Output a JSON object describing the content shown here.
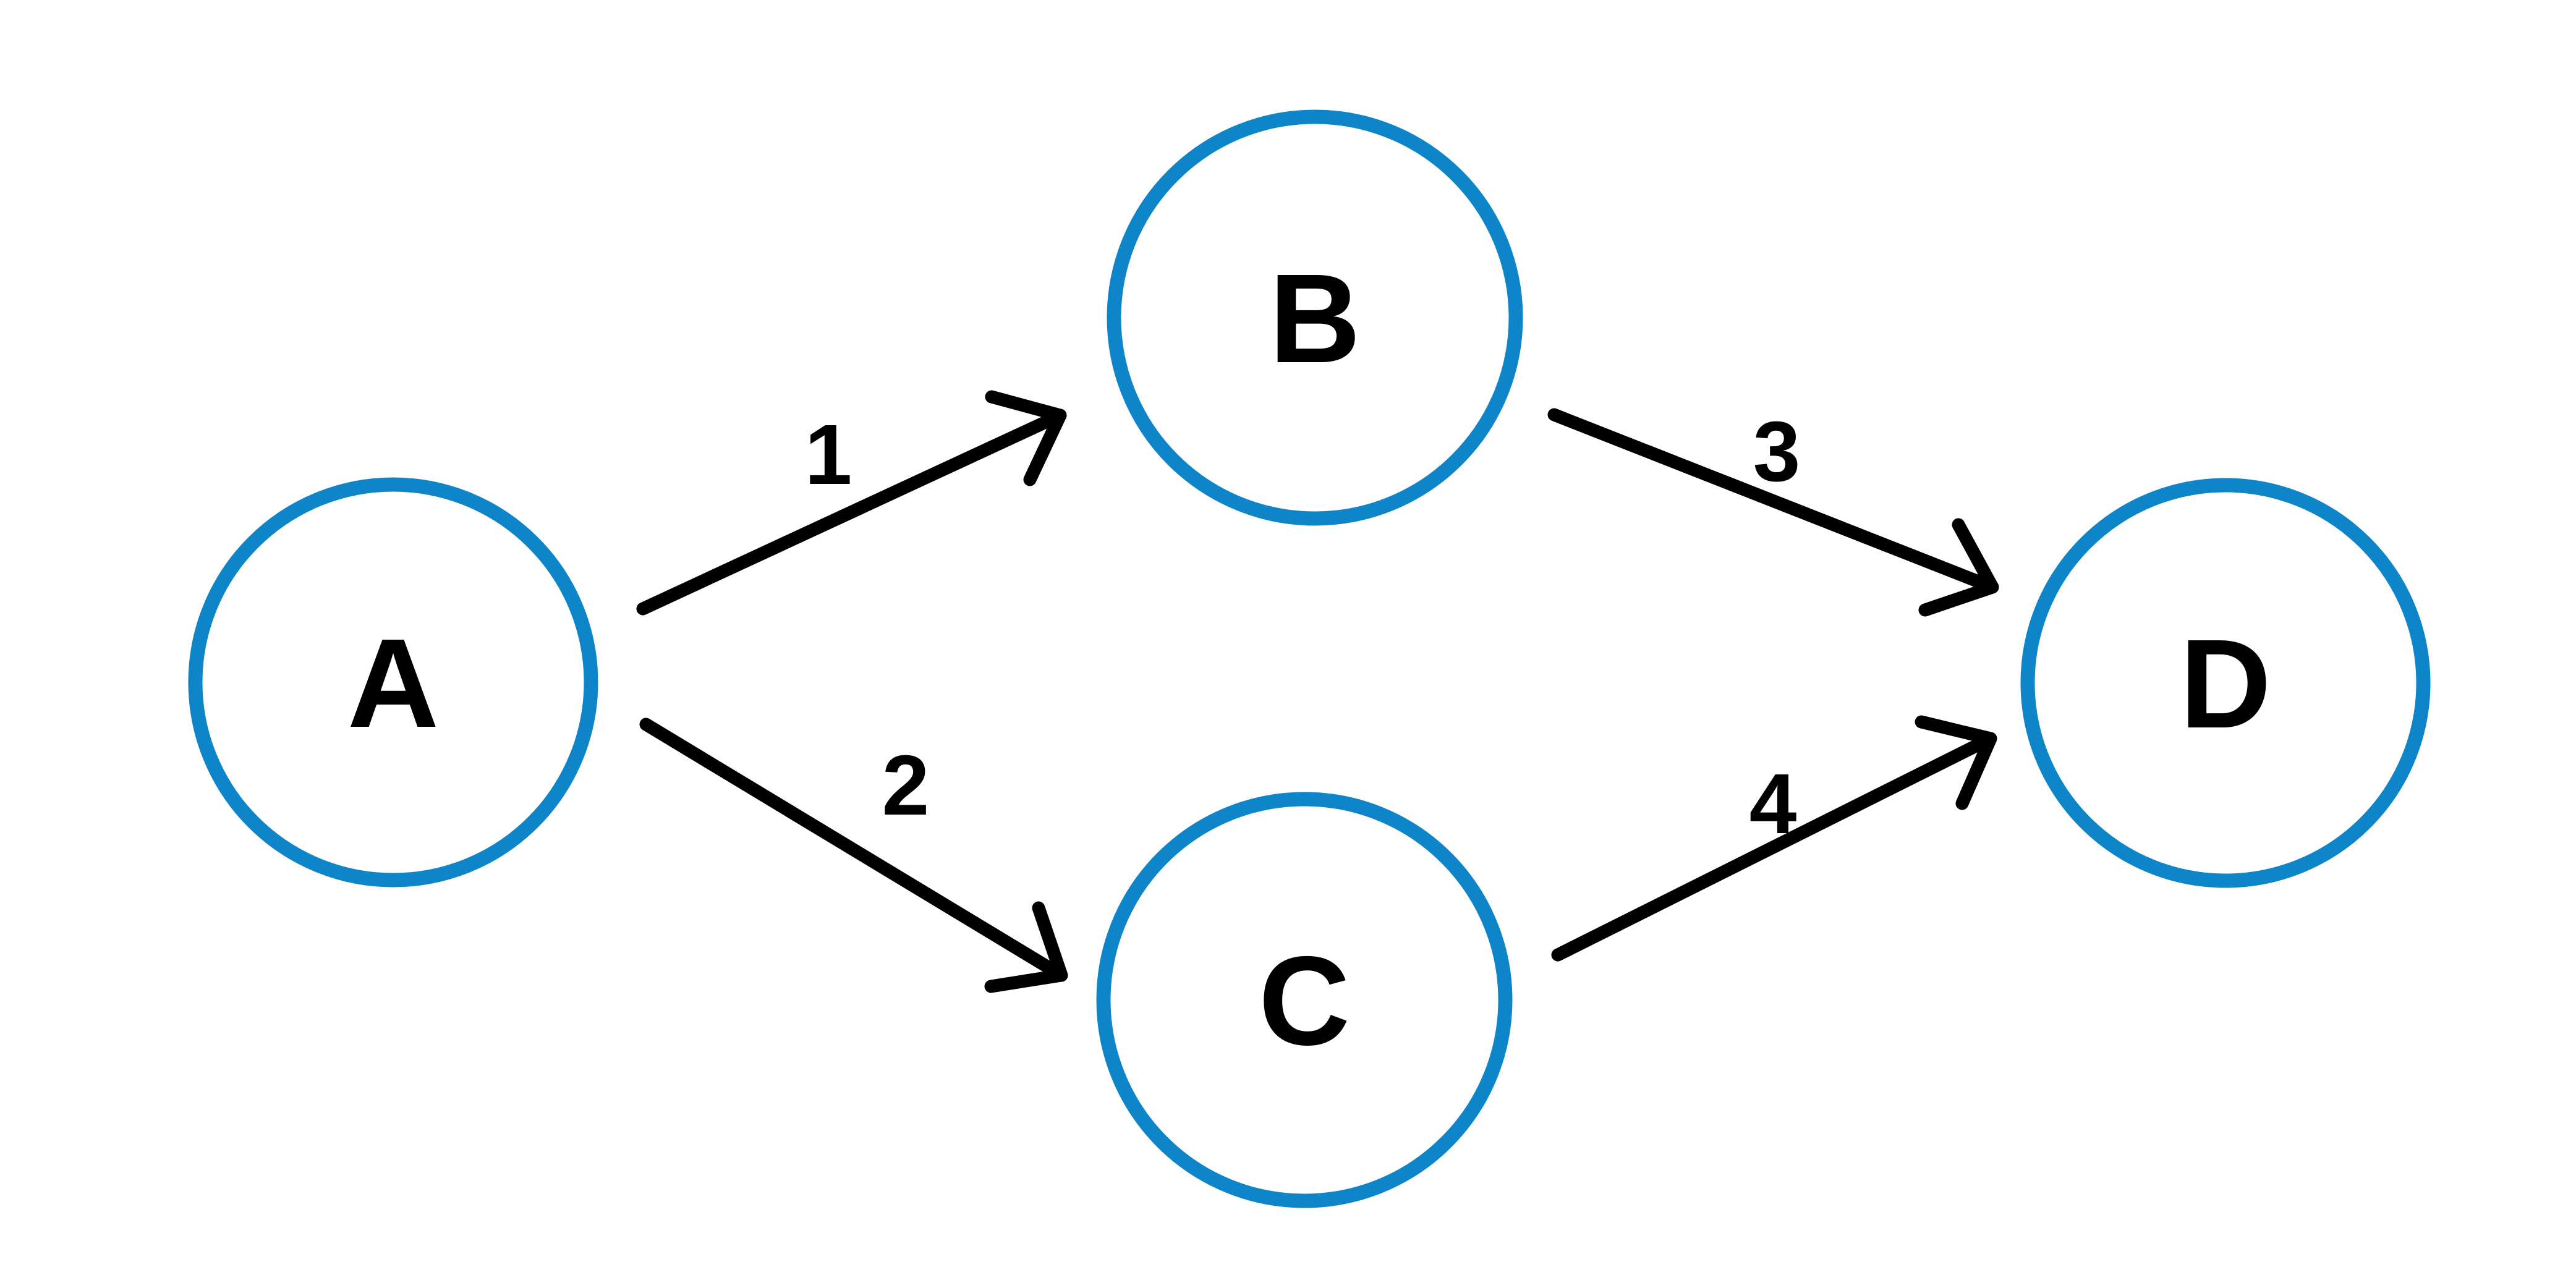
{
  "diagram": {
    "type": "directed-graph",
    "background_color": "#ffffff",
    "node_border_color": "#0d85c8",
    "node_fill_color": "#ffffff",
    "node_text_color": "#000000",
    "edge_color": "#000000",
    "nodes": [
      {
        "id": "A",
        "label": "A"
      },
      {
        "id": "B",
        "label": "B"
      },
      {
        "id": "C",
        "label": "C"
      },
      {
        "id": "D",
        "label": "D"
      }
    ],
    "edges": [
      {
        "from": "A",
        "to": "B",
        "label": "1"
      },
      {
        "from": "A",
        "to": "C",
        "label": "2"
      },
      {
        "from": "B",
        "to": "D",
        "label": "3"
      },
      {
        "from": "C",
        "to": "D",
        "label": "4"
      }
    ]
  }
}
